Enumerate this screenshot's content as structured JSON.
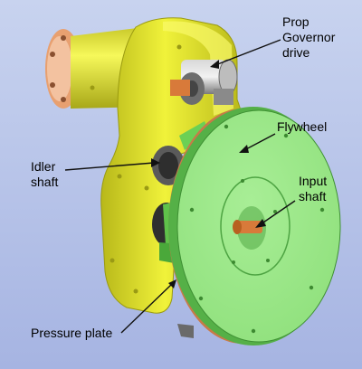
{
  "labels": {
    "prop_governor": [
      "Prop",
      "Governor",
      "drive"
    ],
    "flywheel": "Flywheel",
    "idler": [
      "Idler",
      "shaft"
    ],
    "input": [
      "Input",
      "shaft"
    ],
    "pressure_plate": "Pressure plate"
  },
  "colors": {
    "background_top": "#c8d3ef",
    "background_bottom": "#a6b4e2",
    "housing": "#f0f23a",
    "housing_shade": "#b8b81a",
    "flywheel": "#8fe07c",
    "flywheel_shade": "#55b047",
    "flange": "#e8a070",
    "shaft": "#d87a3a",
    "metal": "#9a9a9a"
  },
  "icons": [
    "arrow-icon"
  ]
}
